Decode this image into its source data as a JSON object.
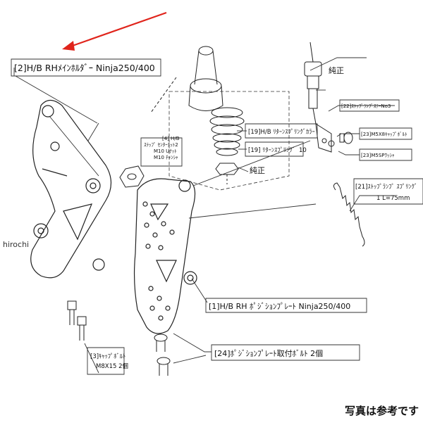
{
  "parts": {
    "p2": "[2]H/B RHﾒｲﾝﾎﾙﾀﾞｰ Ninja250/400",
    "p4_line1": "[4] H/B",
    "p4_line2": "ｽﾃｯﾌﾟ ｾﾝﾀｰﾅｯﾄ2",
    "p4_line3": "M10 Uﾅｯﾄ",
    "p4_line4": "M10 ﾁｬﾝｼｬ",
    "p19a": "[19]H/B ﾘﾀｰﾝｽﾌﾟﾘﾝｸﾞｶﾗｰ",
    "p19b": "[19] ﾘﾀｰﾝｽﾌﾟﾘﾝｸﾞ",
    "p19b_num": "10",
    "junsei_top": "純正",
    "junsei_mid": "純正",
    "p22": "[22]ｽﾄｯﾌﾟﾗﾝﾌﾟｽﾃｰNo3",
    "p23a": "[23]M5X8ｷｬｯﾌﾟﾎﾞﾙﾄ",
    "p23b": "[23]M5SPﾜｯｼｬ",
    "p21_line1": "[21]ｽﾄｯﾌﾟﾗﾝﾌﾟ ｽﾌﾟﾘﾝｸﾞ",
    "p21_line2": "1  L=75mm",
    "p1": "[1]H/B RH ﾎﾟｼﾞｼｮﾝﾌﾟﾚｰﾄ Ninja250/400",
    "p3_line1": "[3]ｷｬｯﾌﾟﾎﾞﾙﾄ",
    "p3_line2": "M8X15 2個",
    "p24": "[24]ﾎﾟｼﾞｼｮﾝﾌﾟﾚｰﾄ取付ﾎﾞﾙﾄ 2個"
  },
  "watermark": "hirochi",
  "caption": "写真は参考です",
  "colors": {
    "arrow": "#e0241b",
    "ink": "#222222"
  }
}
